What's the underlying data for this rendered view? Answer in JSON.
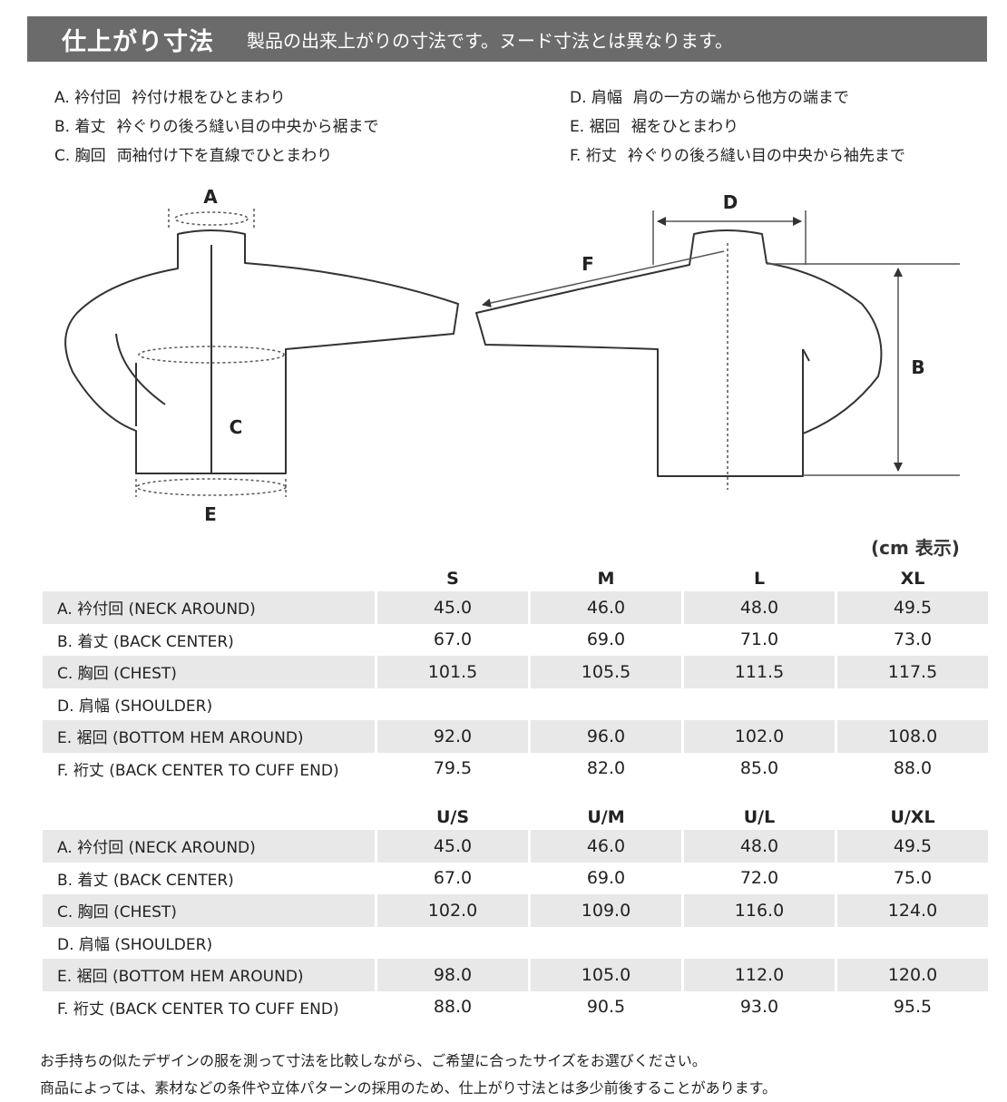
{
  "header": {
    "title": "仕上がり寸法",
    "subtitle": "製品の出来上がりの寸法です。ヌード寸法とは異なります。"
  },
  "definitions": {
    "left": [
      {
        "label": "A. 衿付回",
        "text": "衿付け根をひとまわり"
      },
      {
        "label": "B. 着丈",
        "text": "衿ぐりの後ろ縫い目の中央から裾まで"
      },
      {
        "label": "C. 胸回",
        "text": "両袖付け下を直線でひとまわり"
      }
    ],
    "right": [
      {
        "label": "D. 肩幅",
        "text": "肩の一方の端から他方の端まで"
      },
      {
        "label": "E. 裾回",
        "text": "裾をひとまわり"
      },
      {
        "label": "F. 裄丈",
        "text": "衿ぐりの後ろ縫い目の中央から袖先まで"
      }
    ]
  },
  "diagram": {
    "letters": {
      "a": "A",
      "b": "B",
      "c": "C",
      "d": "D",
      "e": "E",
      "f": "F"
    }
  },
  "unit_note": "(cm 表示)",
  "tables": [
    {
      "headers": [
        "S",
        "M",
        "L",
        "XL"
      ],
      "rows": [
        {
          "label": "A. 衿付回 (NECK AROUND)",
          "values": [
            "45.0",
            "46.0",
            "48.0",
            "49.5"
          ]
        },
        {
          "label": "B. 着丈 (BACK CENTER)",
          "values": [
            "67.0",
            "69.0",
            "71.0",
            "73.0"
          ]
        },
        {
          "label": "C. 胸回 (CHEST)",
          "values": [
            "101.5",
            "105.5",
            "111.5",
            "117.5"
          ]
        },
        {
          "label": "D. 肩幅 (SHOULDER)",
          "values": [
            "",
            "",
            "",
            ""
          ]
        },
        {
          "label": "E. 裾回 (BOTTOM HEM AROUND)",
          "values": [
            "92.0",
            "96.0",
            "102.0",
            "108.0"
          ]
        },
        {
          "label": "F. 裄丈 (BACK CENTER TO CUFF END)",
          "values": [
            "79.5",
            "82.0",
            "85.0",
            "88.0"
          ]
        }
      ]
    },
    {
      "headers": [
        "U/S",
        "U/M",
        "U/L",
        "U/XL"
      ],
      "rows": [
        {
          "label": "A. 衿付回 (NECK AROUND)",
          "values": [
            "45.0",
            "46.0",
            "48.0",
            "49.5"
          ]
        },
        {
          "label": "B. 着丈 (BACK CENTER)",
          "values": [
            "67.0",
            "69.0",
            "72.0",
            "75.0"
          ]
        },
        {
          "label": "C. 胸回 (CHEST)",
          "values": [
            "102.0",
            "109.0",
            "116.0",
            "124.0"
          ]
        },
        {
          "label": "D. 肩幅 (SHOULDER)",
          "values": [
            "",
            "",
            "",
            ""
          ]
        },
        {
          "label": "E. 裾回 (BOTTOM HEM AROUND)",
          "values": [
            "98.0",
            "105.0",
            "112.0",
            "120.0"
          ]
        },
        {
          "label": "F. 裄丈 (BACK CENTER TO CUFF END)",
          "values": [
            "88.0",
            "90.5",
            "93.0",
            "95.5"
          ]
        }
      ]
    }
  ],
  "notes": [
    "お手持ちの似たデザインの服を測って寸法を比較しながら、ご希望に合ったサイズをお選びください。",
    "商品によっては、素材などの条件や立体パターンの採用のため、仕上がり寸法とは多少前後することがあります。"
  ]
}
